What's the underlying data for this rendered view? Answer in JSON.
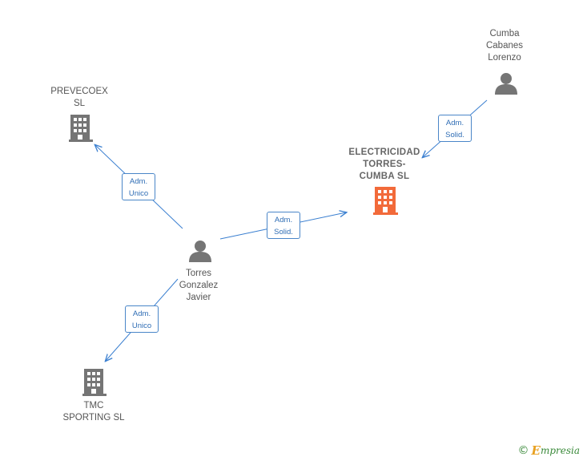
{
  "nodes": {
    "prevecoex": {
      "label": "PREVECOEX\nSL",
      "kind": "company"
    },
    "electricidad": {
      "label": "ELECTRICIDAD\nTORRES-\nCUMBA  SL",
      "kind": "company-focus"
    },
    "tmc": {
      "label": "TMC\nSPORTING SL",
      "kind": "company"
    },
    "torres": {
      "label": "Torres\nGonzalez\nJavier",
      "kind": "person"
    },
    "cumba": {
      "label": "Cumba\nCabanes\nLorenzo",
      "kind": "person"
    }
  },
  "edges": [
    {
      "from": "torres",
      "to": "prevecoex",
      "line1": "Adm.",
      "line2": "Unico"
    },
    {
      "from": "torres",
      "to": "electricidad",
      "line1": "Adm.",
      "line2": "Solid."
    },
    {
      "from": "torres",
      "to": "tmc",
      "line1": "Adm.",
      "line2": "Unico"
    },
    {
      "from": "cumba",
      "to": "electricidad",
      "line1": "Adm.",
      "line2": "Solid."
    }
  ],
  "colors": {
    "company": "#757575",
    "focus": "#f26a3a",
    "person": "#757575",
    "edge": "#3a7fd0"
  },
  "brand": {
    "copyright_symbol": "©",
    "initial": "E",
    "rest": "mpresia"
  }
}
